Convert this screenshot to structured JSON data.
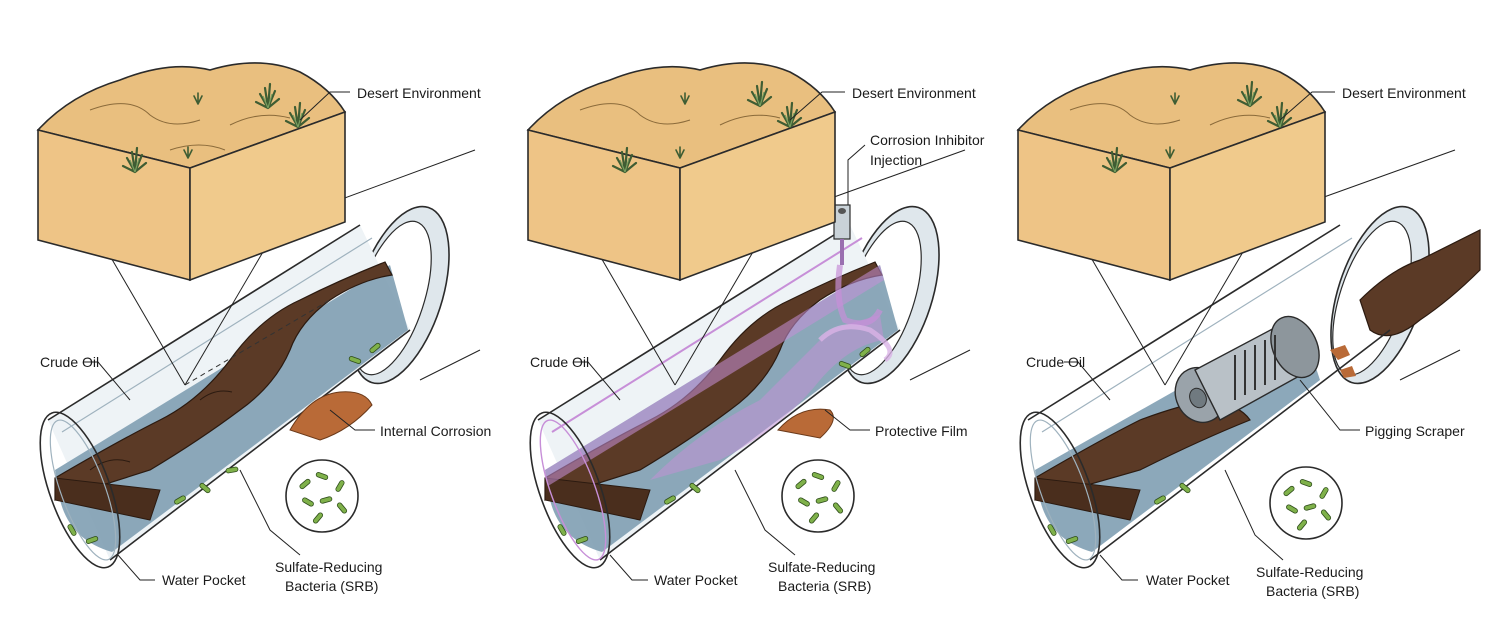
{
  "colors": {
    "sand_top": "#e9bf7f",
    "sand_side": "#f0ca8c",
    "sand_front": "#eec486",
    "oil": "#5b3a26",
    "oil_top": "#6e4a33",
    "water": "#7f9eb2",
    "water_light": "#a9c1cf",
    "pipe_shell": "#d3dde4",
    "rust": "#b96a37",
    "bacteria": "#7fb14a",
    "inhibitor": "#c78fd8",
    "pig_metal": "#9aa3aa"
  },
  "icons": [
    "desert-block-icon",
    "grass-tuft-icon",
    "pipe-section-icon",
    "bacteria-magnifier-icon",
    "injection-nozzle-icon",
    "pigging-scraper-icon"
  ],
  "panels": [
    {
      "id": "baseline",
      "labels": {
        "desert": "Desert Environment",
        "oil": "Crude Oil",
        "feature": "Internal Corrosion",
        "water": "Water Pocket",
        "srb_line1": "Sulfate-Reducing",
        "srb_line2": "Bacteria (SRB)"
      }
    },
    {
      "id": "inhibitor",
      "labels": {
        "desert": "Desert Environment",
        "injection_line1": "Corrosion Inhibitor",
        "injection_line2": "Injection",
        "oil": "Crude Oil",
        "feature": "Protective Film",
        "water": "Water Pocket",
        "srb_line1": "Sulfate-Reducing",
        "srb_line2": "Bacteria (SRB)"
      }
    },
    {
      "id": "pigging",
      "labels": {
        "desert": "Desert Environment",
        "oil": "Crude Oil",
        "feature": "Pigging Scraper",
        "water": "Water Pocket",
        "srb_line1": "Sulfate-Reducing",
        "srb_line2": "Bacteria (SRB)"
      }
    }
  ]
}
